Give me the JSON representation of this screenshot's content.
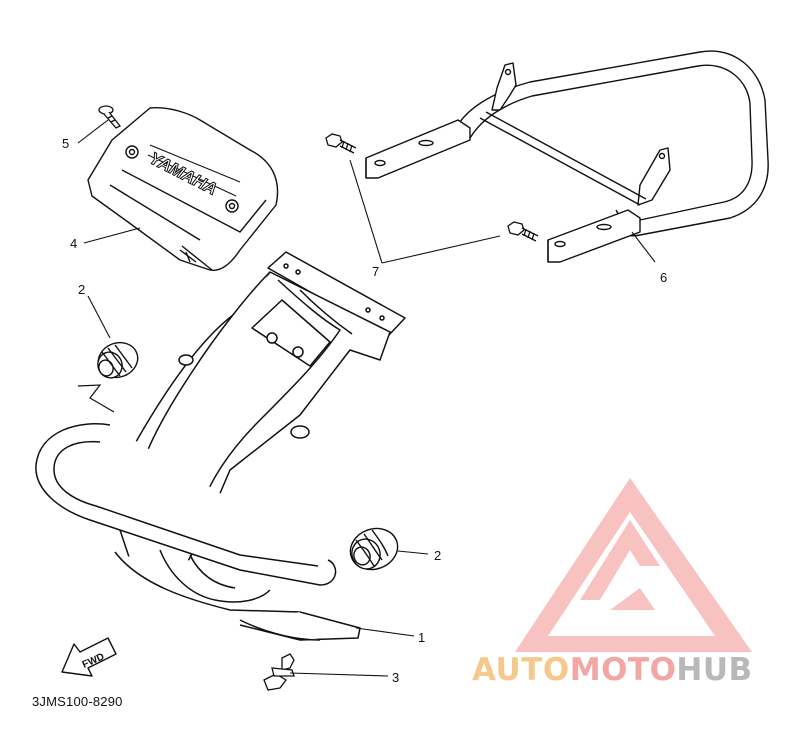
{
  "diagram": {
    "callouts": [
      "1",
      "2",
      "2",
      "3",
      "4",
      "5",
      "6",
      "7"
    ],
    "embossed_text": "YAMAHA",
    "fwd_text": "FWD",
    "code": "3JMS100-8290"
  },
  "watermark": {
    "part1": "AUTO",
    "part2": "MOTO",
    "part3": "HUB",
    "colors": {
      "auto": "#f5c98c",
      "moto": "#f3a7a4",
      "hub": "#b8b8b8",
      "logo": "#f29a97"
    }
  }
}
